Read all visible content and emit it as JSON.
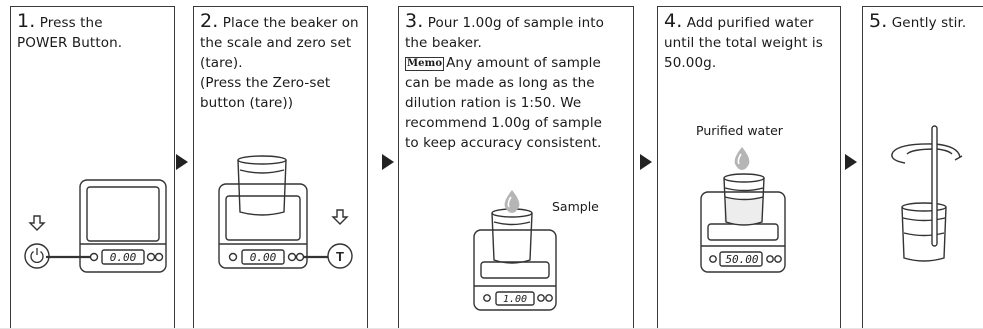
{
  "steps": [
    {
      "num": "1.",
      "lines": [
        "Press the",
        "POWER Button."
      ]
    },
    {
      "num": "2.",
      "lines": [
        "Place the beaker on",
        "the scale and zero set",
        "(tare).",
        "(Press the Zero-set",
        "button (tare))"
      ]
    },
    {
      "num": "3.",
      "lines": [
        "Pour 1.00g of sample into",
        "the beaker."
      ],
      "memo_tag": "Memo",
      "memo_lines": [
        "Any amount of sample",
        "can be made as long as the",
        "dilution ration is 1:50. We",
        "recommend 1.00g of sample",
        "to keep accuracy consistent."
      ]
    },
    {
      "num": "4.",
      "lines": [
        "Add purified water",
        "until the total weight is",
        "50.00g."
      ]
    },
    {
      "num": "5.",
      "lines": [
        "Gently stir."
      ]
    }
  ],
  "labels": {
    "sample": "Sample",
    "purified_water": "Purified water"
  },
  "displays": {
    "step1": "0.00",
    "step2": "0.00",
    "step3": "1.00",
    "step4": "50.00"
  },
  "buttons": {
    "tare": "T"
  },
  "colors": {
    "border": "#3a3a3a",
    "water_drop": "#b5b5b5",
    "water_fill": "#ededed"
  }
}
